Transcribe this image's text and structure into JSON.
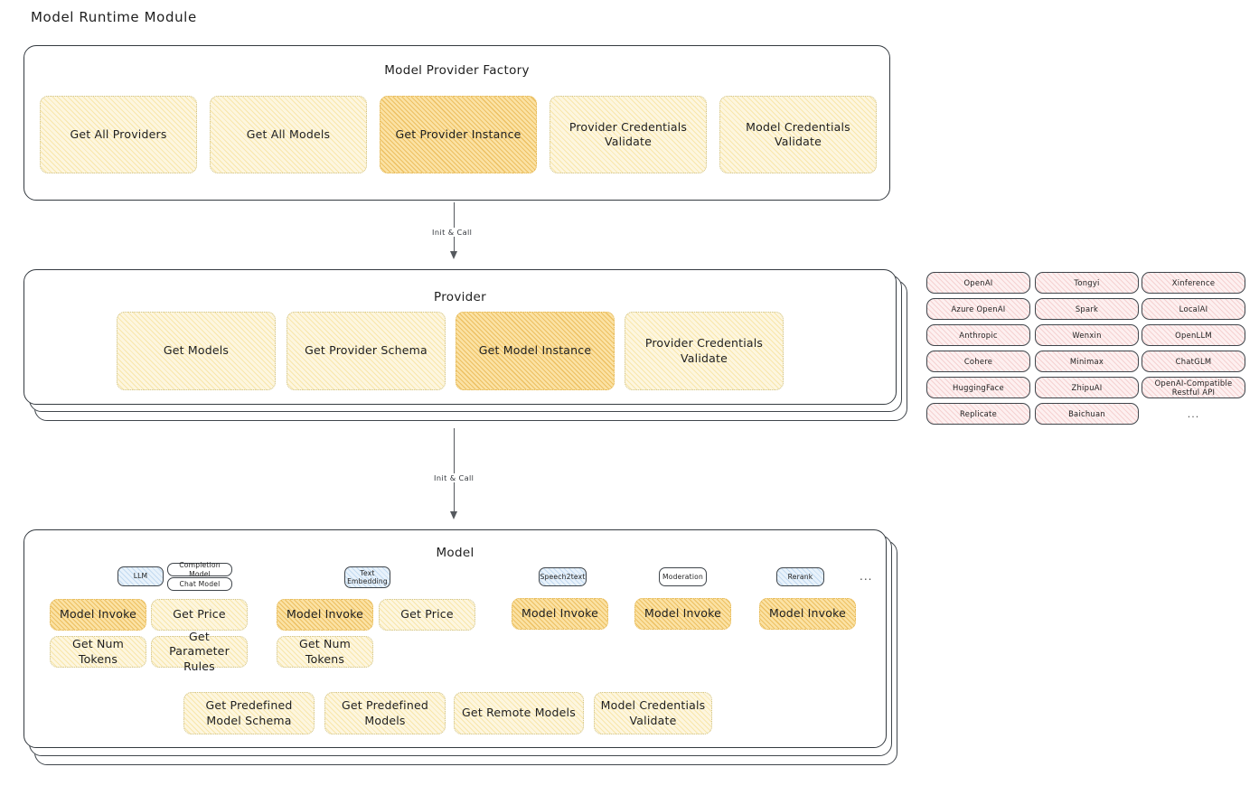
{
  "page": {
    "title": "Model Runtime Module"
  },
  "factory": {
    "title": "Model Provider Factory",
    "boxes": [
      {
        "label": "Get All Providers",
        "highlight": false
      },
      {
        "label": "Get All Models",
        "highlight": false
      },
      {
        "label": "Get Provider Instance",
        "highlight": true
      },
      {
        "label": "Provider Credentials Validate",
        "highlight": false
      },
      {
        "label": "Model Credentials Validate",
        "highlight": false
      }
    ]
  },
  "arrows": [
    {
      "label": "Init & Call"
    },
    {
      "label": "Init & Call"
    }
  ],
  "provider": {
    "title": "Provider",
    "boxes": [
      {
        "label": "Get Models",
        "highlight": false
      },
      {
        "label": "Get Provider Schema",
        "highlight": false
      },
      {
        "label": "Get Model Instance",
        "highlight": true
      },
      {
        "label": "Provider Credentials Validate",
        "highlight": false
      }
    ]
  },
  "provider_list": {
    "columns": [
      [
        "OpenAI",
        "Azure OpenAI",
        "Anthropic",
        "Cohere",
        "HuggingFace",
        "Replicate"
      ],
      [
        "Tongyi",
        "Spark",
        "Wenxin",
        "Minimax",
        "ZhipuAI",
        "Baichuan"
      ],
      [
        "Xinference",
        "LocalAI",
        "OpenLLM",
        "ChatGLM",
        "OpenAI-Compatible Restful API"
      ]
    ],
    "more": "..."
  },
  "model": {
    "title": "Model",
    "more": "...",
    "types": [
      {
        "name": "LLM",
        "style": "blue",
        "subtypes": [
          "Completion Model",
          "Chat Model"
        ],
        "methods": [
          {
            "label": "Model Invoke",
            "highlight": true
          },
          {
            "label": "Get Price",
            "highlight": false
          },
          {
            "label": "Get Num Tokens",
            "highlight": false
          },
          {
            "label": "Get Parameter Rules",
            "highlight": false
          }
        ]
      },
      {
        "name": "Text Embedding",
        "style": "blue",
        "subtypes": [],
        "methods": [
          {
            "label": "Model Invoke",
            "highlight": true
          },
          {
            "label": "Get Price",
            "highlight": false
          },
          {
            "label": "Get Num Tokens",
            "highlight": false
          }
        ]
      },
      {
        "name": "Speech2text",
        "style": "blue",
        "subtypes": [],
        "methods": [
          {
            "label": "Model Invoke",
            "highlight": true
          }
        ]
      },
      {
        "name": "Moderation",
        "style": "white",
        "subtypes": [],
        "methods": [
          {
            "label": "Model Invoke",
            "highlight": true
          }
        ]
      },
      {
        "name": "Rerank",
        "style": "blue",
        "subtypes": [],
        "methods": [
          {
            "label": "Model Invoke",
            "highlight": true
          }
        ]
      }
    ],
    "common_methods": [
      {
        "label": "Get Predefined Model Schema",
        "highlight": false
      },
      {
        "label": "Get Predefined Models",
        "highlight": false
      },
      {
        "label": "Get Remote Models",
        "highlight": false
      },
      {
        "label": "Model Credentials Validate",
        "highlight": false
      }
    ]
  },
  "colors": {
    "box_fill": "#fdf6df",
    "box_fill_highlight": "#fbe2a4",
    "provider_pill_fill": "#fdf0f0",
    "badge_blue": "#e8f2fb",
    "stroke": "#343a40"
  }
}
